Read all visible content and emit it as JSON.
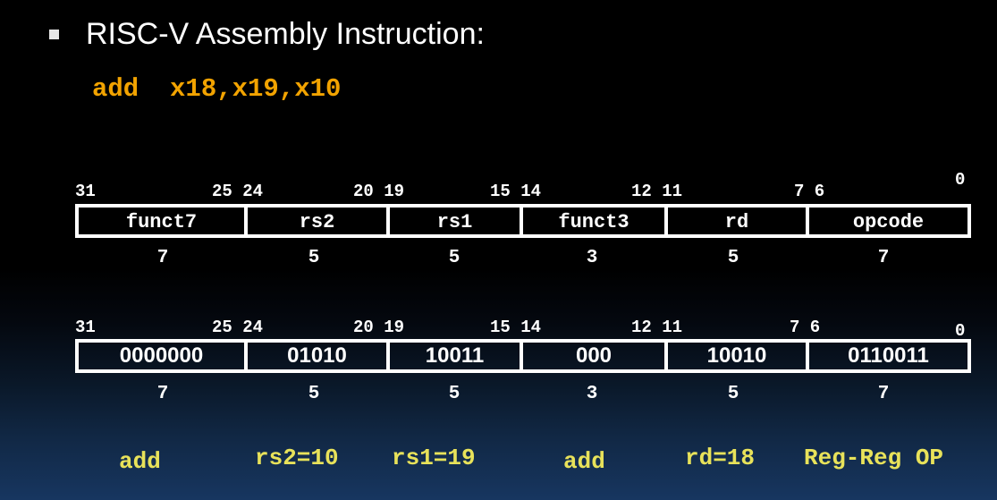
{
  "heading": "RISC-V Assembly Instruction:",
  "assembly": "add  x18,x19,x10",
  "bit_positions": [
    {
      "name": "bit-31",
      "label": "31"
    },
    {
      "name": "bit-25-24",
      "label": "25 24"
    },
    {
      "name": "bit-20-19",
      "label": "20 19"
    },
    {
      "name": "bit-15-14",
      "label": "15 14"
    },
    {
      "name": "bit-12-11",
      "label": "12 11"
    },
    {
      "name": "bit-7-6",
      "label": "7 6"
    },
    {
      "name": "bit-0",
      "label": "0"
    }
  ],
  "format_fields": [
    "funct7",
    "rs2",
    "rs1",
    "funct3",
    "rd",
    "opcode"
  ],
  "encoded_fields": [
    "0000000",
    "01010",
    "10011",
    "000",
    "10010",
    "0110011"
  ],
  "field_widths": [
    "7",
    "5",
    "5",
    "3",
    "5",
    "7"
  ],
  "annotations": [
    "add",
    "rs2=10",
    "rs1=19",
    "add",
    "rd=18",
    "Reg-Reg OP"
  ],
  "colors": {
    "assembly": "#f2a300",
    "annotation": "#e8e25a",
    "text": "#ffffff"
  }
}
